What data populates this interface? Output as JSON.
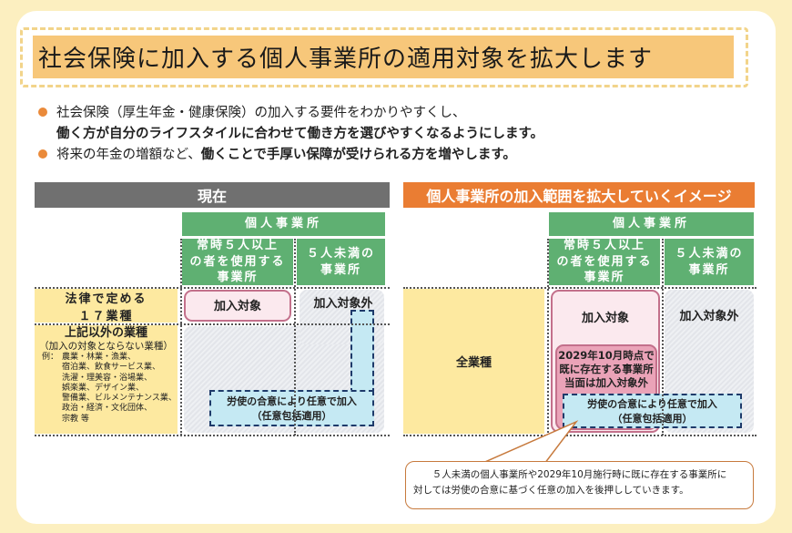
{
  "title": "社会保険に加入する個人事業所の適用対象を拡大します",
  "bullets": [
    {
      "line1": "社会保険（厚生年金・健康保険）の加入する要件をわかりやすくし、",
      "line2": "働く方が自分のライフスタイルに合わせて働き方を選びやすくなるようにします。"
    },
    {
      "normal": "将来の年金の増額など、",
      "bold": "働くことで手厚い保障が受けられる方を増やします。"
    }
  ],
  "colors": {
    "background": "#fcefc0",
    "title_band": "#f7c77a",
    "current_header": "#707070",
    "future_header": "#ea7d33",
    "green": "#5fb072",
    "row_label": "#fde9a0"
  },
  "current": {
    "header": "現在",
    "group": "個人事業所",
    "col1": [
      "常時５人以上",
      "の者を使用する",
      "事業所"
    ],
    "col2": [
      "５人未満の",
      "事業所"
    ],
    "row1": [
      "法律で定める",
      "１７業種"
    ],
    "row2_title": "上記以外の業種",
    "row2_sub": "（加入の対象とならない業種）",
    "row2_example_label": "例：",
    "row2_examples": [
      "農業・林業・漁業、",
      "宿泊業、飲食サービス業、",
      "洗濯・理美容・浴場業、",
      "娯楽業、デザイン業、",
      "警備業、ビルメンテナンス業、",
      "政治・経済・文化団体、",
      "宗教 等"
    ],
    "covered": "加入対象",
    "not_covered": "加入対象外",
    "voluntary": [
      "労使の合意により任意で加入",
      "（任意包括適用）"
    ]
  },
  "future": {
    "header": "個人事業所の加入範囲を拡大していくイメージ",
    "group": "個人事業所",
    "col1": [
      "常時５人以上",
      "の者を使用する",
      "事業所"
    ],
    "col2": [
      "５人未満の",
      "事業所"
    ],
    "row": "全業種",
    "covered": "加入対象",
    "not_covered": "加入対象外",
    "existing": [
      "2029年10月時点で",
      "既に存在する事業所",
      "当面は加入対象外"
    ],
    "voluntary": [
      "労使の合意により任意で加入",
      "（任意包括適用）"
    ],
    "callout": [
      "５人未満の個人事業所や2029年10月施行時に既に存在する事業所に",
      "対しては労使の合意に基づく任意の加入を後押ししていきます。"
    ]
  }
}
